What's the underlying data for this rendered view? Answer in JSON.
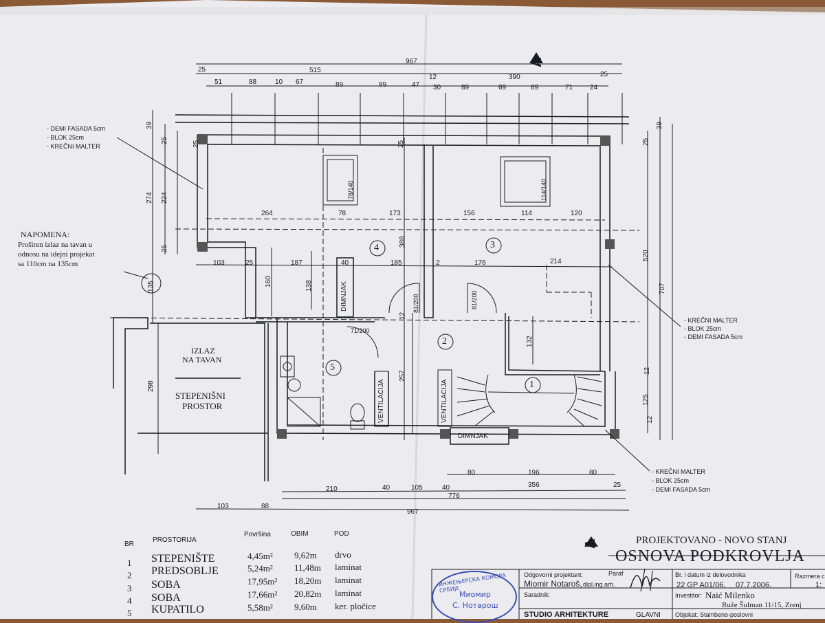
{
  "colors": {
    "paper": "#ecebef",
    "ink": "#1a1a22",
    "stamp": "#3950b5",
    "background": "#8a5a36"
  },
  "dimensions": {
    "top_total": "967",
    "top_left": "515",
    "top_right": "390",
    "top_margin_left": "25",
    "top_margin_right": "25",
    "top_mid": "12",
    "top_row": [
      "51",
      "88",
      "10",
      "67",
      "89",
      "89",
      "47",
      "30",
      "89",
      "69",
      "69",
      "71",
      "24"
    ],
    "left_vertical": [
      "39",
      "25",
      "274",
      "224",
      "25",
      "135"
    ],
    "left_lower": [
      "298"
    ],
    "right_vertical": [
      "39",
      "25",
      "520",
      "707",
      "12",
      "125"
    ],
    "room4_row": [
      "264",
      "78",
      "173"
    ],
    "room3_row": [
      "156",
      "114",
      "120"
    ],
    "mid_row": [
      "103",
      "25",
      "187",
      "40",
      "185",
      "2",
      "176",
      "214"
    ],
    "vert_misc": [
      "160",
      "138",
      "388",
      "25",
      "12",
      "257",
      "132",
      "12",
      "25"
    ],
    "bottom_row1": [
      "80",
      "196",
      "80"
    ],
    "bottom_row2": [
      "210",
      "40",
      "105",
      "40",
      "356",
      "25"
    ],
    "bottom_776": "776",
    "bottom_total": [
      "103",
      "88",
      "967"
    ],
    "window1": "78/140",
    "window2": "114/140",
    "door1": "81/200",
    "door2": "81/200",
    "door3": "71/200"
  },
  "rooms": {
    "r1": "1",
    "r2": "2",
    "r3": "3",
    "r4": "4",
    "r5": "5",
    "dimnjak_v": "DIMNJAK",
    "dimnjak_h": "DIMNJAK",
    "ventilacija1": "VENTILACIJA",
    "ventilacija2": "VENTILACIJA",
    "izlaz": "IZLAZ",
    "na_tavan": "NA TAVAN",
    "stepenisni": "STEPENIŠNI",
    "prostor": "PROSTOR"
  },
  "section_marks": {
    "top": "A",
    "bottom": "A"
  },
  "notes": {
    "left_walls": [
      "- DEMI FASADA 5cm",
      "- BLOK 25cm",
      "- KREČNI MALTER"
    ],
    "right_walls": [
      "- KREČNI MALTER",
      "- BLOK 25cm",
      "- DEMI FASADA 5cm"
    ],
    "bottom_walls": [
      "- KREČNI MALTER",
      "- BLOK 25cm",
      "- DEMI FASADA 5cm"
    ],
    "napomena_title": "NAPOMENA:",
    "napomena_lines": [
      "Proširen izlaz na tavan u",
      "odnosu na idejni projekat",
      "sa 110cm na 135cm"
    ]
  },
  "table": {
    "headers": {
      "br": "BR",
      "prostorija": "PROSTORIJA",
      "povrsina": "Površina",
      "obim": "OBIM",
      "pod": "POD"
    },
    "rows": [
      {
        "br": "1",
        "name": "STEPENIŠTE",
        "area": "4,45m²",
        "perimeter": "9,62m",
        "floor": "drvo"
      },
      {
        "br": "2",
        "name": "PREDSOBLJE",
        "area": "5,24m²",
        "perimeter": "11,48m",
        "floor": "laminat"
      },
      {
        "br": "3",
        "name": "SOBA",
        "area": "17,95m²",
        "perimeter": "18,20m",
        "floor": "laminat"
      },
      {
        "br": "4",
        "name": "SOBA",
        "area": "17,66m²",
        "perimeter": "20,82m",
        "floor": "laminat"
      },
      {
        "br": "5",
        "name": "KUPATILO",
        "area": "5,58m²",
        "perimeter": "9,60m",
        "floor": "ker. pločice"
      }
    ]
  },
  "title_block": {
    "project_status": "PROJEKTOVANO - NOVO STANJ",
    "drawing_title": "OSNOVA PODKROVLJA",
    "odgovorni_label": "Odgovorni projektant:",
    "paraf_label": "Paraf",
    "odgovorni_name": "Miomir Notaroš,",
    "odgovorni_title": "dipl.ing.arh.",
    "saradnik_label": "Saradnik:",
    "br_label": "Br. i datum iz delovodnika",
    "br_value": "22 GP A01/06,",
    "date_value": "07.7.2006.",
    "razmera_label": "Razmera cr",
    "razmera_value": "1:",
    "investitor_label": "Investitor:",
    "investitor_name": "Naić Milenko",
    "investitor_address": "Ruže Šulman 11/15, Zrenj",
    "objekat_label": "Objekat:",
    "objekat_value": "Stambeno-poslovni",
    "studio": "STUDIO ARHITEKTURE",
    "glavni": "GLAVNI"
  },
  "stamp": {
    "ring": "ИНЖЕЊЕРСКА КОМОРА СРБИЈЕ",
    "name1": "Миомир",
    "name2": "С. Нотарош"
  }
}
